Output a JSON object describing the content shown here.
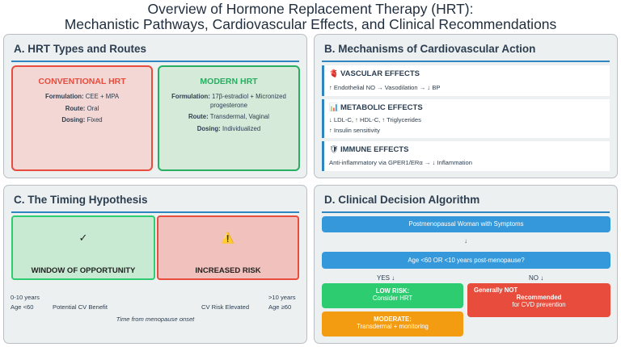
{
  "title": {
    "line1": "Overview of Hormone Replacement Therapy (HRT):",
    "line2": "Mechanistic Pathways, Cardiovascular Effects, and Clinical Recommendations"
  },
  "panel_a": {
    "title": "A. HRT Types and Routes",
    "conventional": {
      "heading": "CONVENTIONAL HRT",
      "formulation_label": "Formulation:",
      "formulation_value": "CEE + MPA",
      "route_label": "Route:",
      "route_value": "Oral",
      "dosing_label": "Dosing:",
      "dosing_value": "Fixed"
    },
    "modern": {
      "heading": "MODERN HRT",
      "formulation_label": "Formulation:",
      "formulation_value": "17β-estradiol + Micronized progesterone",
      "route_label": "Route:",
      "route_value": "Transdermal, Vaginal",
      "dosing_label": "Dosing:",
      "dosing_value": "Individualized"
    }
  },
  "panel_b": {
    "title": "B. Mechanisms of Cardiovascular Action",
    "vascular": {
      "icon": "🫀",
      "icon_name": "heart-icon",
      "heading": "VASCULAR EFFECTS",
      "line1": "↑ Endothelial NO → Vasodilation → ↓ BP"
    },
    "metabolic": {
      "icon": "📊",
      "icon_name": "bar-chart-icon",
      "heading": "METABOLIC EFFECTS",
      "line1": "↓ LDL-C, ↑ HDL-C, ↑ Triglycerides",
      "line2": "↑ Insulin sensitivity"
    },
    "immune": {
      "icon": "🛡",
      "icon_name": "shield-icon",
      "heading": "IMMUNE EFFECTS",
      "line1": "Anti-inflammatory via GPER1/ERα → ↓ Inflammation"
    }
  },
  "panel_c": {
    "title": "C. The Timing Hypothesis",
    "window": {
      "mark": "✓",
      "label": "WINDOW OF OPPORTUNITY"
    },
    "risk": {
      "mark": "⚠️",
      "label": "INCREASED RISK"
    },
    "left_years": "0-10 years",
    "left_age": "Age <60",
    "left_benefit": "Potential CV Benefit",
    "right_risk": "CV Risk Elevated",
    "right_years": ">10 years",
    "right_age": "Age ≥60",
    "axis_caption": "Time from menopause onset"
  },
  "panel_d": {
    "title": "D. Clinical Decision Algorithm",
    "start": "Postmenopausal Woman with Symptoms",
    "arrow": "↓",
    "question": "Age <60 OR <10 years post-menopause?",
    "yes": "YES ↓",
    "no": "NO ↓",
    "low_risk_title": "LOW RISK:",
    "low_risk_text": "Consider HRT",
    "moderate_title": "MODERATE:",
    "moderate_text": "Transdermal + monitoring",
    "not_rec_line1": "Generally NOT",
    "not_rec_line2": "Recommended",
    "not_rec_line3": "for CVD prevention"
  },
  "colors": {
    "accent_blue": "#2e86c1",
    "conventional_red": "#e74c3c",
    "modern_green": "#27ae60",
    "flow_blue": "#3498db",
    "flow_green": "#2ecc71",
    "flow_orange": "#f39c12"
  }
}
